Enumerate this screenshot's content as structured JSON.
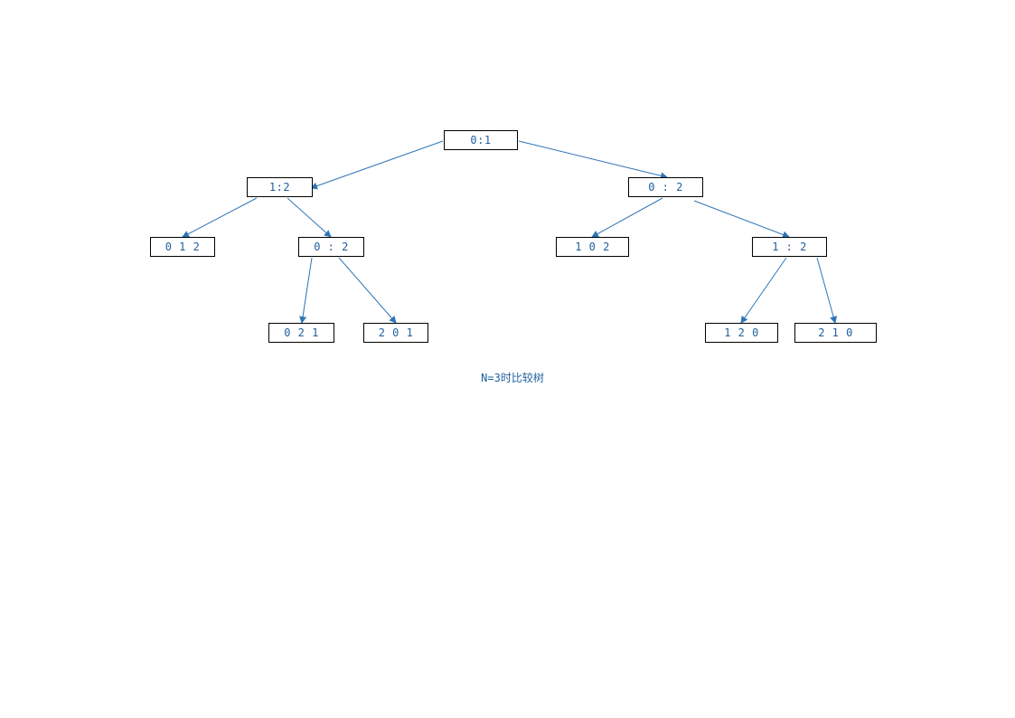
{
  "nodes": {
    "root": "0:1",
    "l1": "1:2",
    "r1": "0 : 2",
    "ll": "0 1 2",
    "lr": "0 : 2",
    "rl": "1 0 2",
    "rr": "1 : 2",
    "lrl": "0 2 1",
    "lrr": "2 0 1",
    "rrl": "1 2 0",
    "rrr": "2 1 0"
  },
  "caption": "N=3时比较树",
  "colors": {
    "edge": "#2e75b6",
    "text": "#1f5f9f",
    "border": "#000000"
  }
}
